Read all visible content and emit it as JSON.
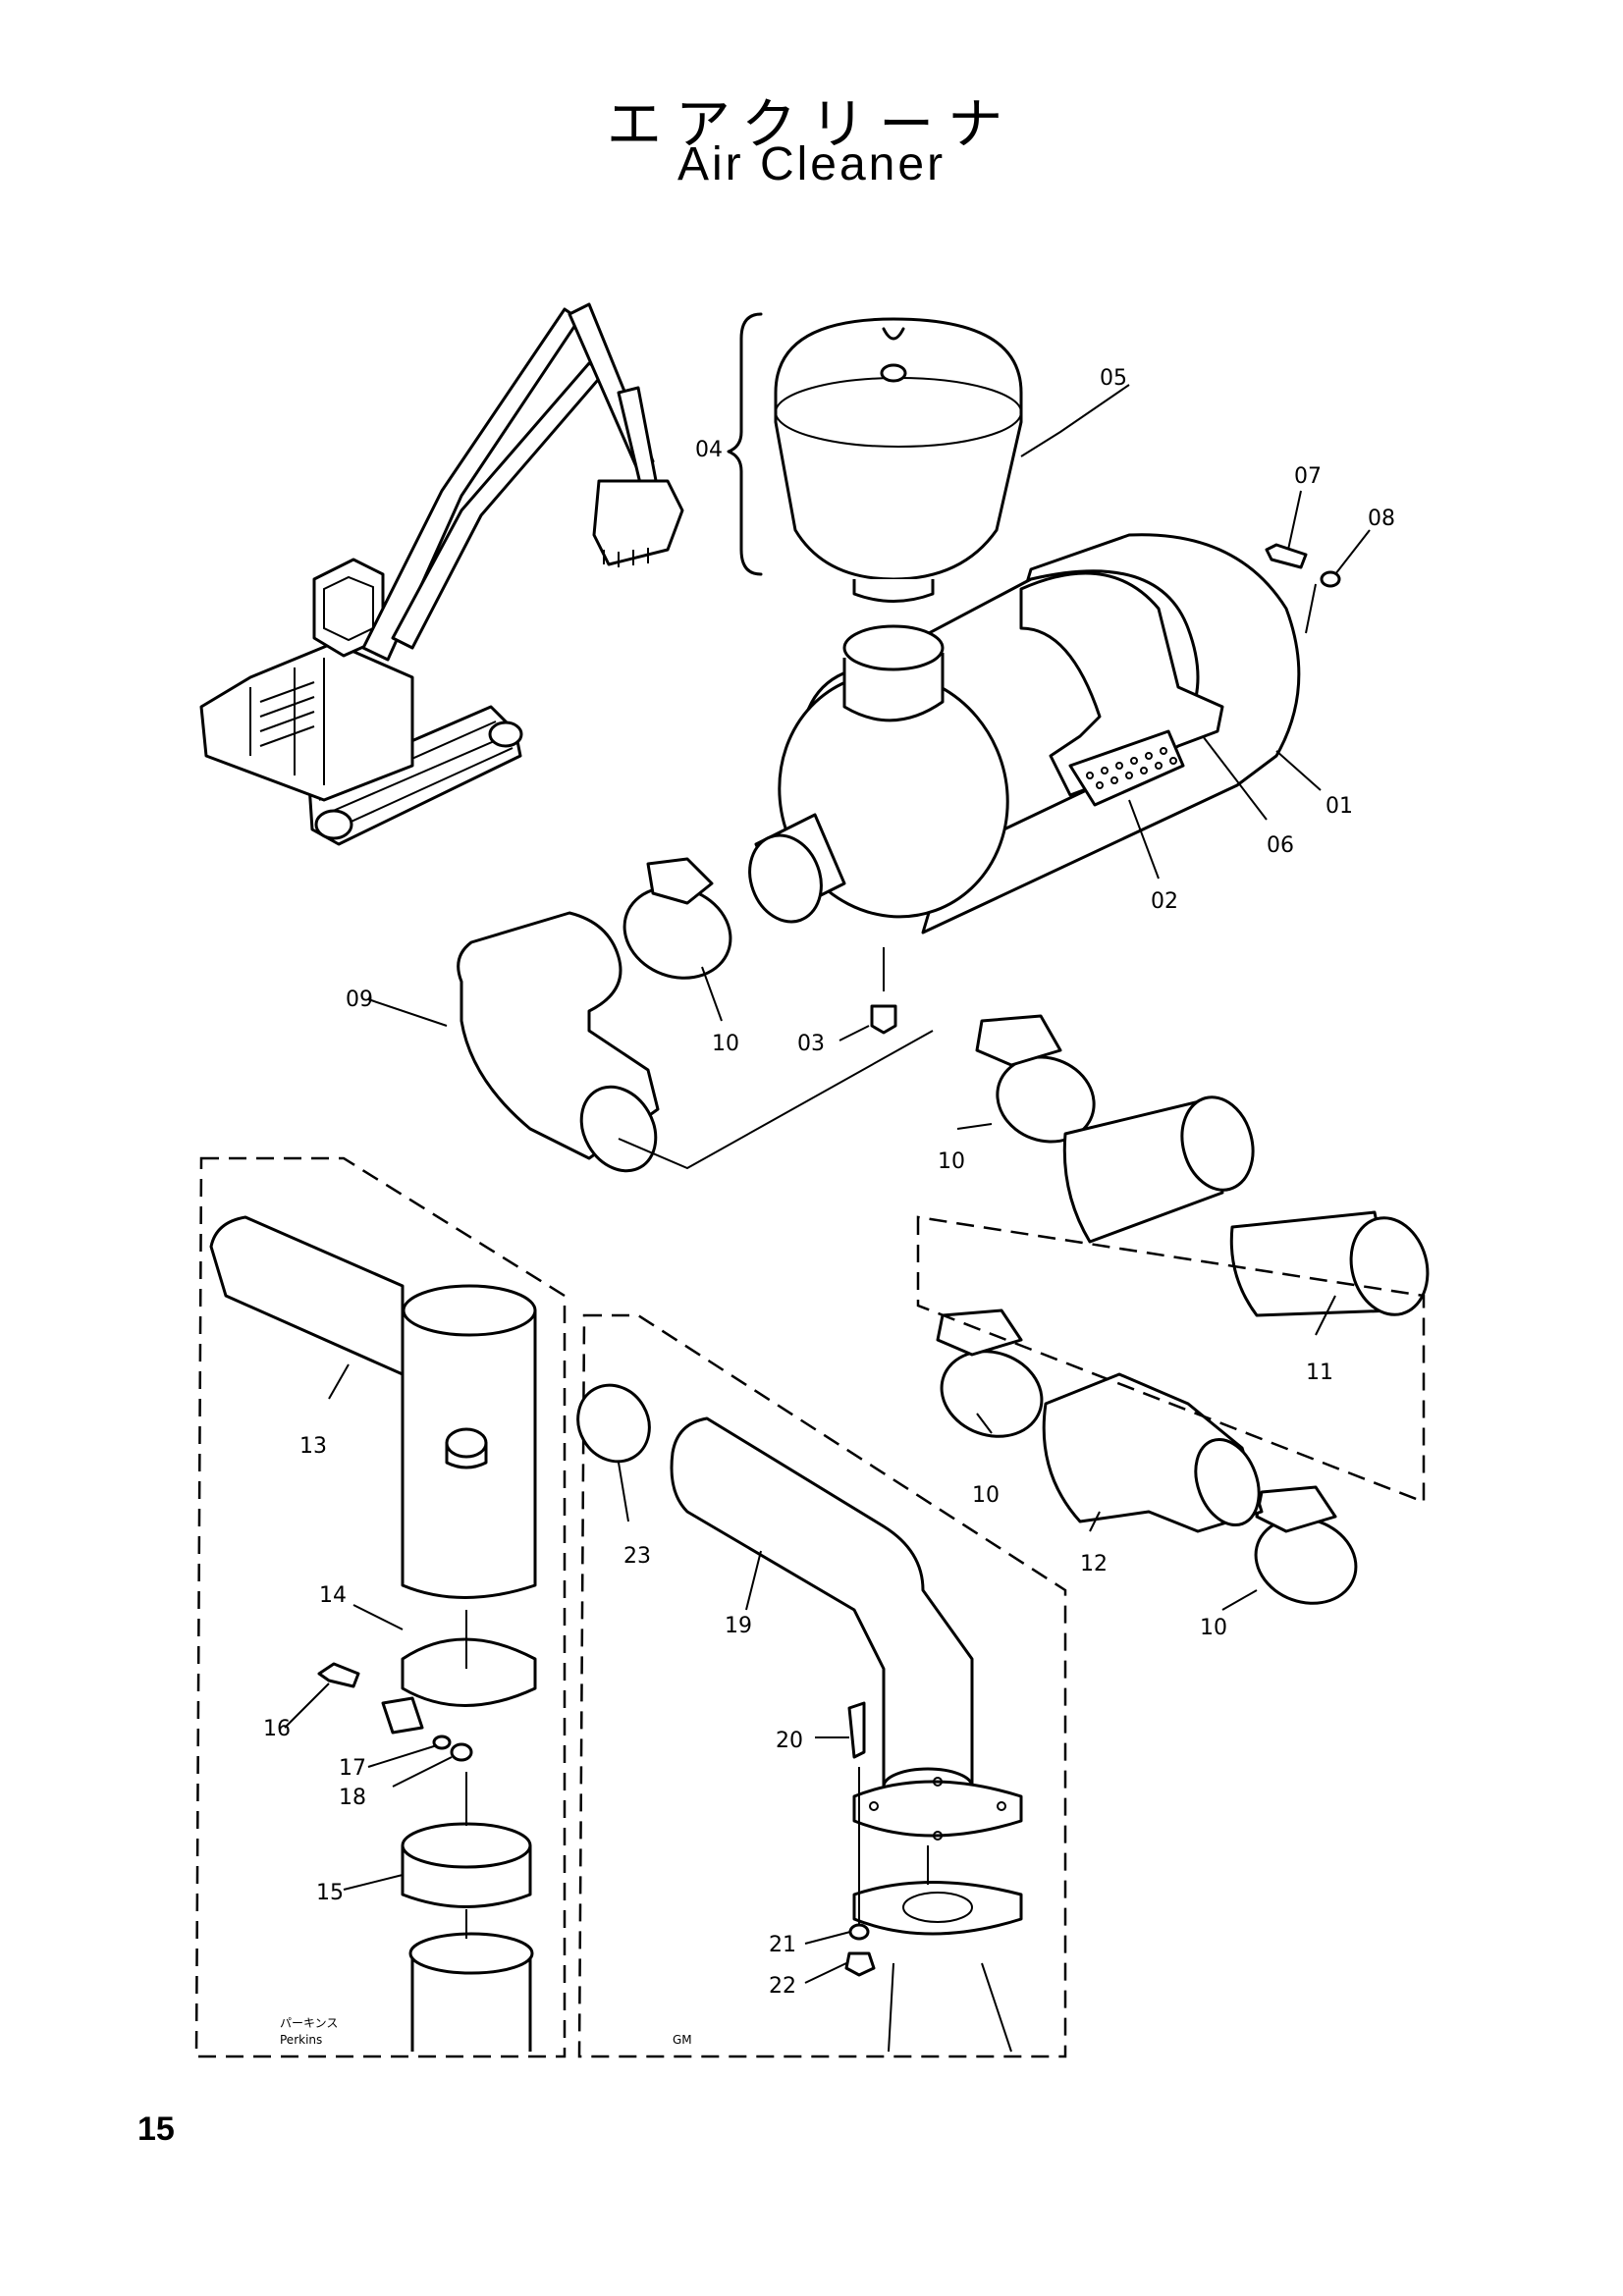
{
  "title": {
    "japanese": "エアクリーナ",
    "english": "Air Cleaner"
  },
  "page_number": "15",
  "parts": {
    "p01": "01",
    "p02": "02",
    "p03": "03",
    "p04": "04",
    "p05": "05",
    "p06": "06",
    "p07": "07",
    "p08": "08",
    "p09": "09",
    "p10a": "10",
    "p10b": "10",
    "p10c": "10",
    "p10d": "10",
    "p11": "11",
    "p12": "12",
    "p13": "13",
    "p14": "14",
    "p15": "15",
    "p16": "16",
    "p17": "17",
    "p18": "18",
    "p19": "19",
    "p20": "20",
    "p21": "21",
    "p22": "22",
    "p23": "23"
  },
  "variants": {
    "perkins_jp": "パーキンス",
    "perkins_en": "Perkins",
    "gm": "GM"
  }
}
